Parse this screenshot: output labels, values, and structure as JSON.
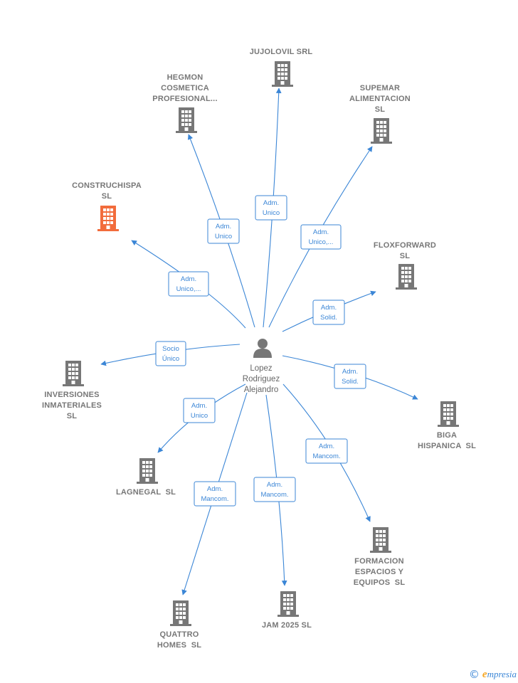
{
  "center": {
    "name_lines": [
      "Lopez",
      "Rodriguez",
      "Alejandro"
    ],
    "icon": "person-icon",
    "color": "#777777"
  },
  "colors": {
    "edge": "#3b86d6",
    "building": "#777777",
    "building_highlight": "#f26c3c"
  },
  "nodes": [
    {
      "id": "construchispa",
      "lines": [
        "CONSTRUCHISPA",
        "SL"
      ],
      "highlight": true,
      "relation": [
        "Adm.",
        "Unico,..."
      ]
    },
    {
      "id": "hegmon",
      "lines": [
        "HEGMON",
        "COSMETICA",
        "PROFESIONAL..."
      ],
      "highlight": false,
      "relation": [
        "Adm.",
        "Unico"
      ]
    },
    {
      "id": "jujolovil",
      "lines": [
        "JUJOLOVIL SRL"
      ],
      "highlight": false,
      "relation": [
        "Adm.",
        "Unico"
      ]
    },
    {
      "id": "supemar",
      "lines": [
        "SUPEMAR",
        "ALIMENTACION",
        "SL"
      ],
      "highlight": false,
      "relation": [
        "Adm.",
        "Unico,..."
      ]
    },
    {
      "id": "floxforward",
      "lines": [
        "FLOXFORWARD",
        "SL"
      ],
      "highlight": false,
      "relation": [
        "Adm.",
        "Solid."
      ]
    },
    {
      "id": "inversiones",
      "lines": [
        "INVERSIONES",
        "INMATERIALES",
        "SL"
      ],
      "highlight": false,
      "relation": [
        "Socio",
        "Único"
      ]
    },
    {
      "id": "biga",
      "lines": [
        "BIGA",
        "HISPANICA  SL"
      ],
      "highlight": false,
      "relation": [
        "Adm.",
        "Solid."
      ]
    },
    {
      "id": "lagnegal",
      "lines": [
        "LAGNEGAL  SL"
      ],
      "highlight": false,
      "relation": [
        "Adm.",
        "Unico"
      ]
    },
    {
      "id": "formacion",
      "lines": [
        "FORMACION",
        "ESPACIOS Y",
        "EQUIPOS  SL"
      ],
      "highlight": false,
      "relation": [
        "Adm.",
        "Mancom."
      ]
    },
    {
      "id": "quattro",
      "lines": [
        "QUATTRO",
        "HOMES  SL"
      ],
      "highlight": false,
      "relation": [
        "Adm.",
        "Mancom."
      ]
    },
    {
      "id": "jam",
      "lines": [
        "JAM 2025 SL"
      ],
      "highlight": false,
      "relation": [
        "Adm.",
        "Mancom."
      ]
    }
  ],
  "footer": {
    "copyright_symbol": "©",
    "brand_initial": "e",
    "brand_rest": "mpresia"
  }
}
